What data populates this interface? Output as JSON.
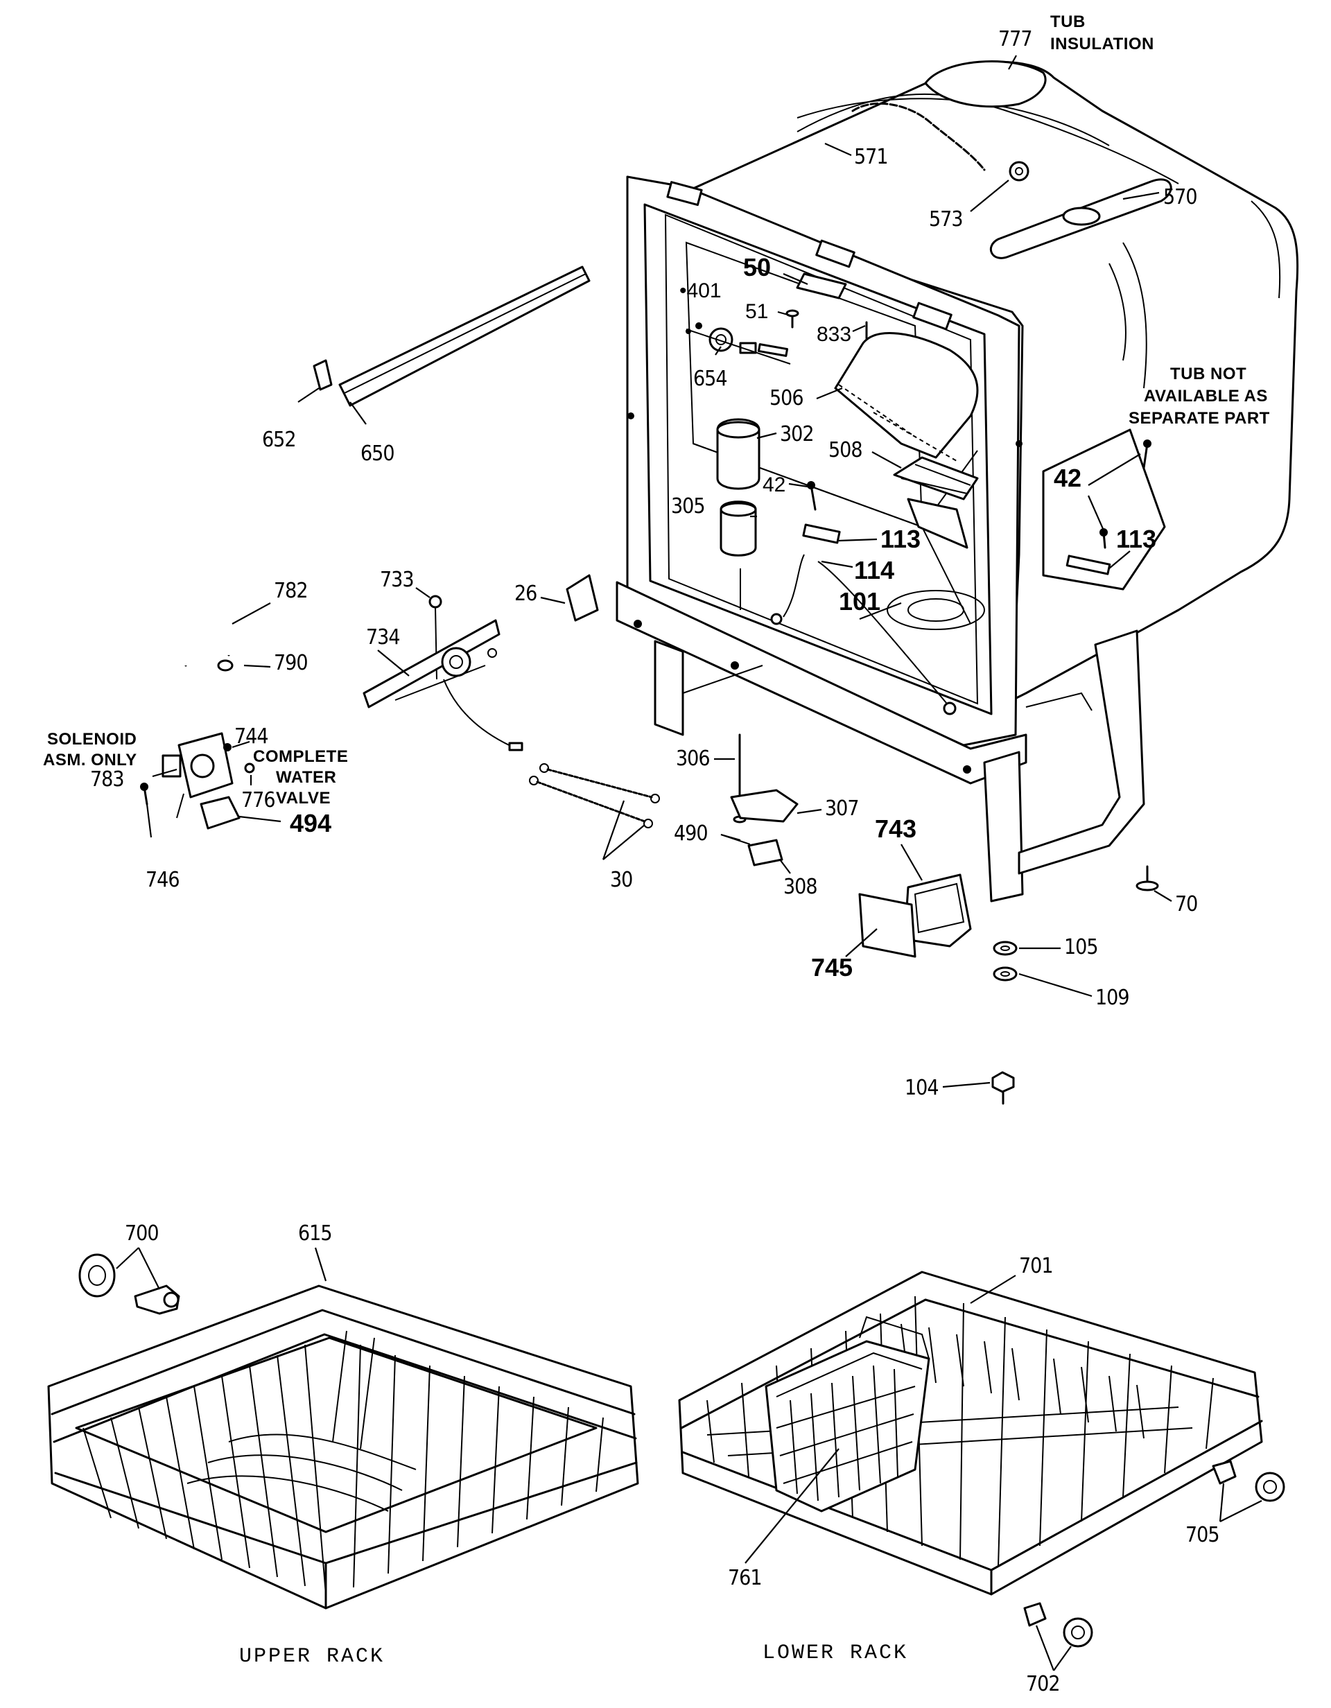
{
  "callouts": {
    "c777": "777",
    "c571": "571",
    "c573": "573",
    "c570": "570",
    "c50": "50",
    "c401": "•401",
    "c51": "51",
    "c833": "833",
    "c654": "654",
    "c506": "506",
    "c302": "302",
    "c508": "508",
    "c42a": "42",
    "c305": "305",
    "c113a": "113",
    "c114": "114",
    "c101": "101",
    "c42b": "42",
    "c113b": "113",
    "c652": "652",
    "c650": "650",
    "c782": "782",
    "c790": "790",
    "c733": "733",
    "c734": "734",
    "c26": "26",
    "c744": "744",
    "c783": "783",
    "c776": "776",
    "c746": "746",
    "c494": "494",
    "c30": "30",
    "c306": "306",
    "c307": "307",
    "c490": "490",
    "c308": "308",
    "c743": "743",
    "c745": "745",
    "c70": "70",
    "c105": "105",
    "c109": "109",
    "c104": "104",
    "c700": "700",
    "c615": "615",
    "c701": "701",
    "c761": "761",
    "c705": "705",
    "c702": "702"
  },
  "notes": {
    "tub_insulation_1": "TUB",
    "tub_insulation_2": "INSULATION",
    "tub_not_1": "TUB NOT",
    "tub_not_2": "AVAILABLE AS",
    "tub_not_3": "SEPARATE PART",
    "solenoid_1": "SOLENOID",
    "solenoid_2": "ASM. ONLY",
    "valve_1": "COMPLETE",
    "valve_2": "WATER",
    "valve_3": "VALVE"
  },
  "captions": {
    "upper_rack": "UPPER RACK",
    "lower_rack": "LOWER RACK"
  }
}
